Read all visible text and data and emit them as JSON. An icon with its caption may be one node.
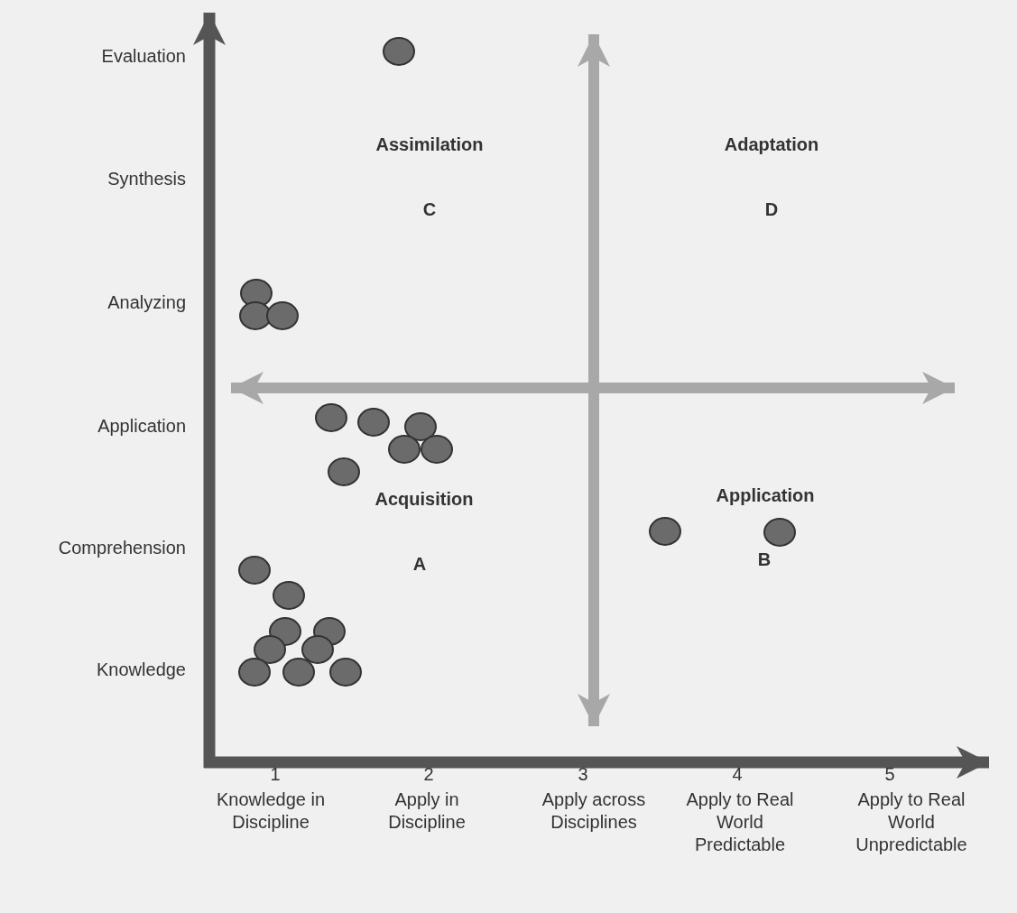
{
  "diagram": {
    "labels": [
      "Evaluation",
      "Synthesis",
      "Analyzing",
      "Application",
      "Comprehension",
      "Knowledge",
      "Assimilation",
      "C",
      "Adaptation",
      "D",
      "Acquisition",
      "A",
      "Application",
      "B",
      "1",
      "2",
      "3",
      "4",
      "5",
      "Knowledge in Discipline",
      "Apply in Discipline",
      "Apply across Disciplines",
      "Apply to Real World Predictable",
      "Apply to Real World Unpredictable"
    ]
  }
}
